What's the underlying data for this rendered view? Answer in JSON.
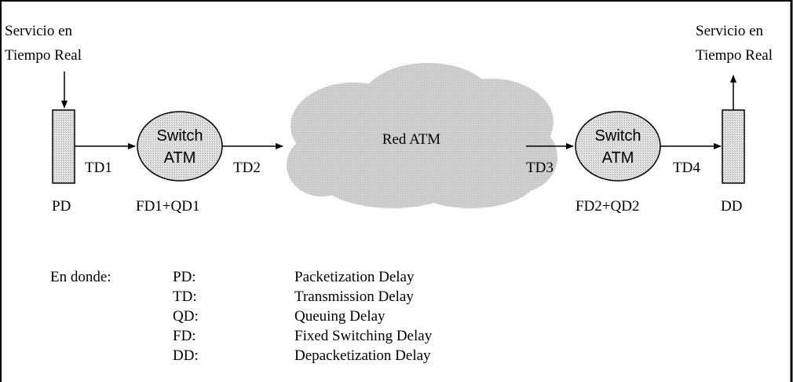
{
  "source_label": [
    "Servicio en",
    "Tiempo Real"
  ],
  "dest_label": [
    "Servicio en",
    "Tiempo Real"
  ],
  "switch_label": [
    "Switch",
    "ATM"
  ],
  "network_label": "Red ATM",
  "node_labels": {
    "pd": "PD",
    "dd": "DD",
    "switch1_delay": "FD1+QD1",
    "switch2_delay": "FD2+QD2"
  },
  "link_labels": [
    "TD1",
    "TD2",
    "TD3",
    "TD4"
  ],
  "legend": {
    "intro": "En donde:",
    "items": [
      {
        "abbr": "PD:",
        "desc": "Packetization Delay"
      },
      {
        "abbr": "TD:",
        "desc": "Transmission Delay"
      },
      {
        "abbr": "QD:",
        "desc": "Queuing Delay"
      },
      {
        "abbr": "FD:",
        "desc": "Fixed Switching Delay"
      },
      {
        "abbr": "DD:",
        "desc": "Depacketization Delay"
      }
    ]
  }
}
